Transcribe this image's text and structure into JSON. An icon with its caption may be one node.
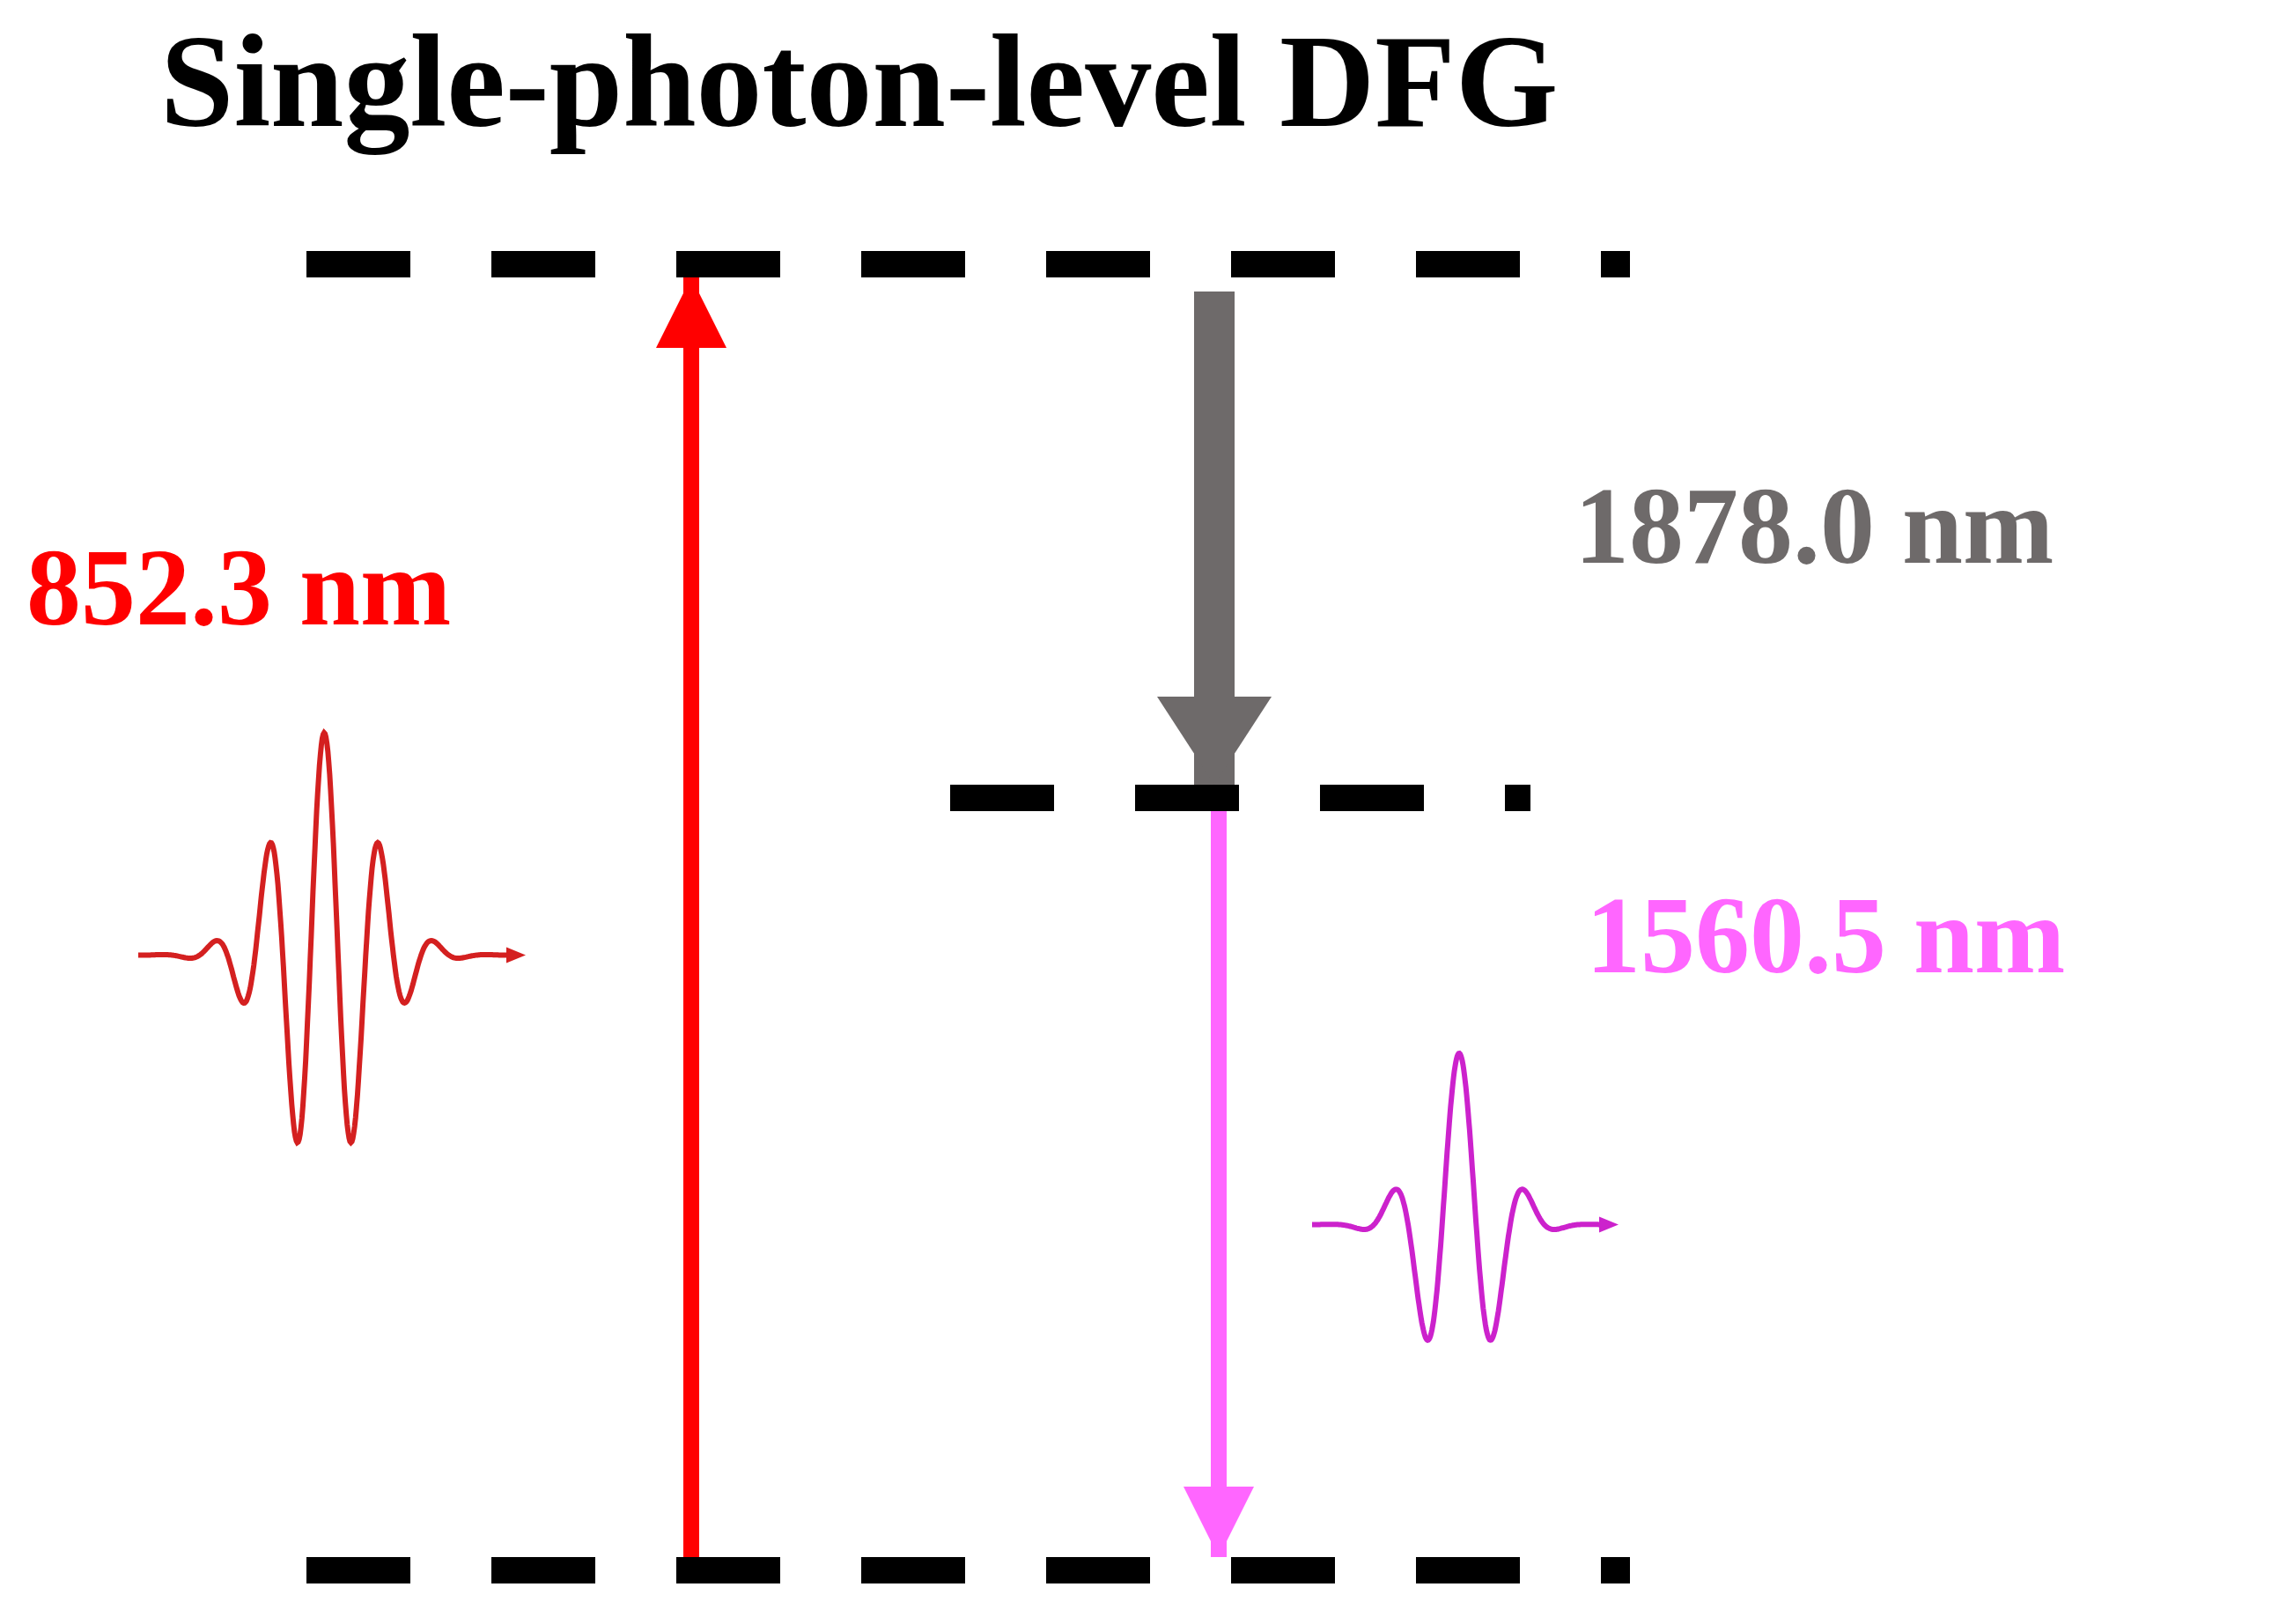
{
  "diagram": {
    "title": "Single-photon-level DFG",
    "nodes": [
      {
        "text": [],
        "shape": "bar"
      },
      {
        "text": [],
        "shape": "bar"
      },
      {
        "text": [],
        "shape": "bar"
      }
    ],
    "edges": [
      {
        "from": 2,
        "to": 0,
        "arrow": "to",
        "label": "852.3 nm",
        "color": "#ff0000"
      },
      {
        "from": 0,
        "to": 1,
        "arrow": "to",
        "label": "1878.0 nm",
        "color": "#6e6a6a",
        "style": "thick"
      },
      {
        "from": 1,
        "to": 2,
        "arrow": "to",
        "label": "1560.5 nm",
        "color": "#ff66ff"
      }
    ]
  }
}
